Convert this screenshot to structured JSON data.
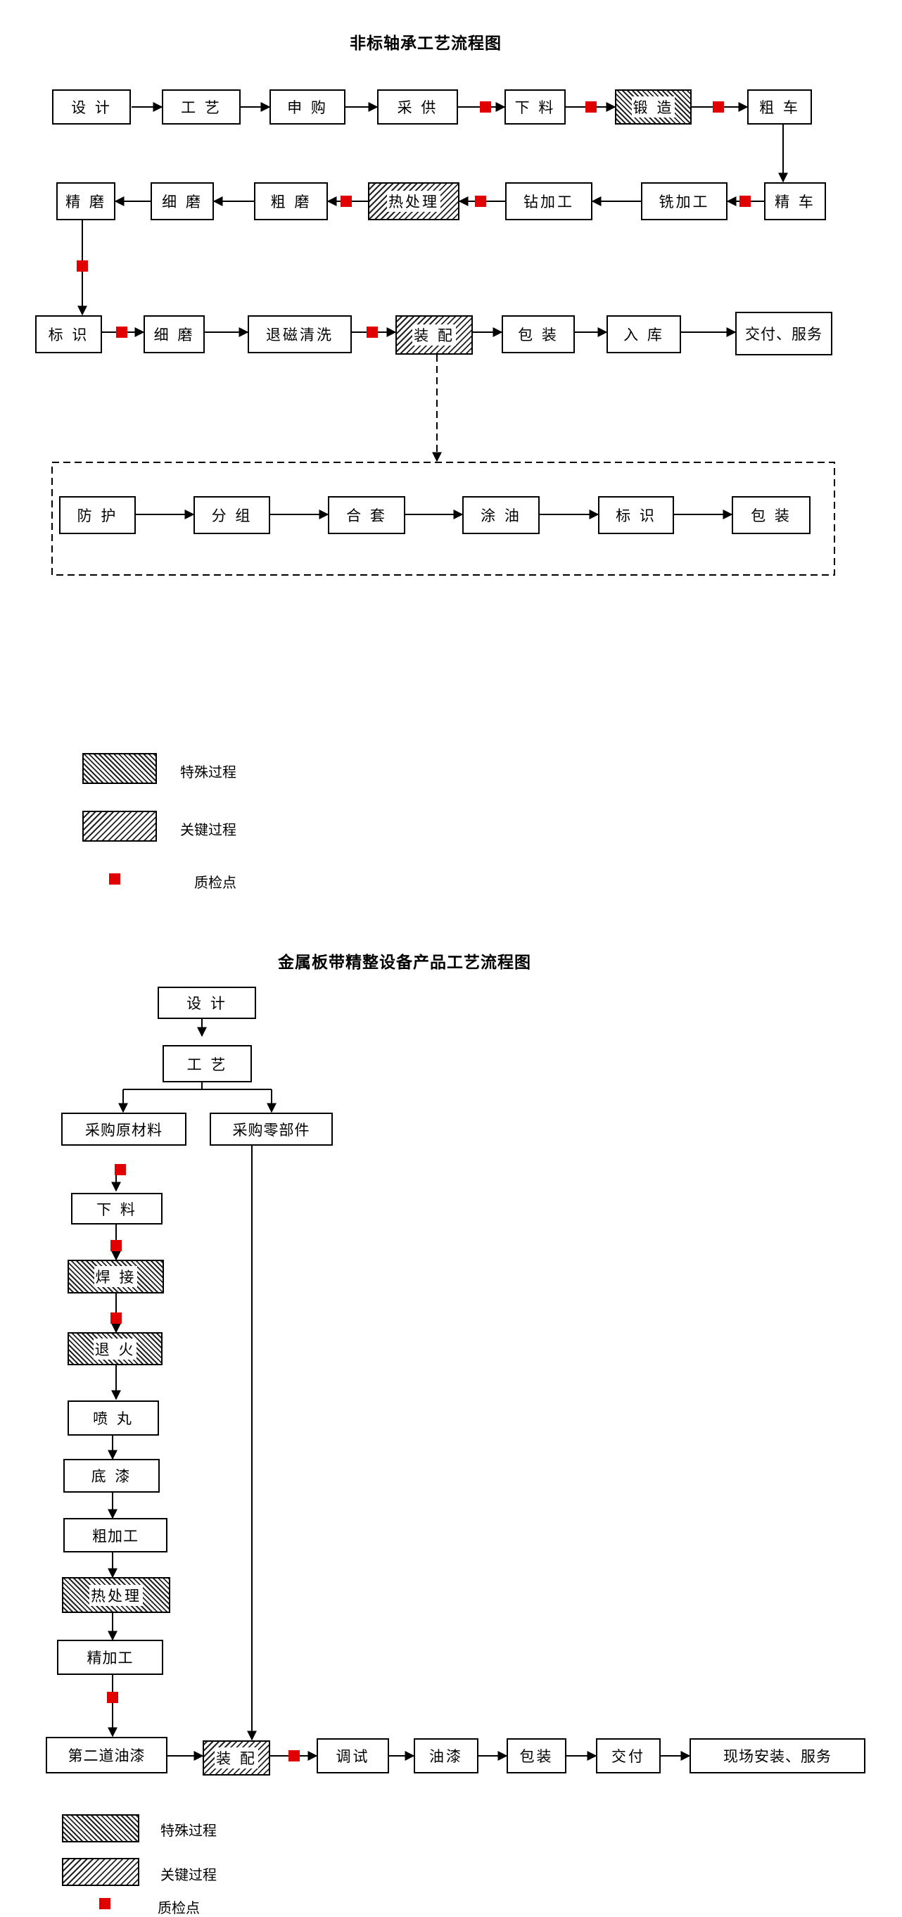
{
  "diagram1": {
    "title": "非标轴承工艺流程图",
    "row1": [
      "设 计",
      "工 艺",
      "申 购",
      "采 供",
      "下 料",
      "锻 造",
      "粗 车"
    ],
    "row2": [
      "精 车",
      "铣加工",
      "钻加工",
      "热处理",
      "粗 磨",
      "细 磨",
      "精 磨"
    ],
    "row3": [
      "标 识",
      "细 磨",
      "退磁清洗",
      "装 配",
      "包 装",
      "入 库",
      "交付、服务"
    ],
    "assembly": [
      "防 护",
      "分 组",
      "合 套",
      "涂 油",
      "标 识",
      "包 装"
    ],
    "legend": {
      "special": "特殊过程",
      "key": "关键过程",
      "qc": "质检点"
    }
  },
  "diagram2": {
    "title": "金属板带精整设备产品工艺流程图",
    "design": "设 计",
    "process": "工 艺",
    "raw": "采购原材料",
    "parts": "采购零部件",
    "col": [
      "下 料",
      "焊 接",
      "退 火",
      "喷 丸",
      "底 漆",
      "粗加工",
      "热处理",
      "精加工",
      "第二道油漆"
    ],
    "bottom": [
      "装 配",
      "调试",
      "油漆",
      "包装",
      "交付",
      "现场安装、服务"
    ],
    "legend": {
      "special": "特殊过程",
      "key": "关键过程",
      "qc": "质检点"
    }
  },
  "colors": {
    "qc": "#e00000",
    "line": "#000000",
    "hatch": "#222222"
  }
}
